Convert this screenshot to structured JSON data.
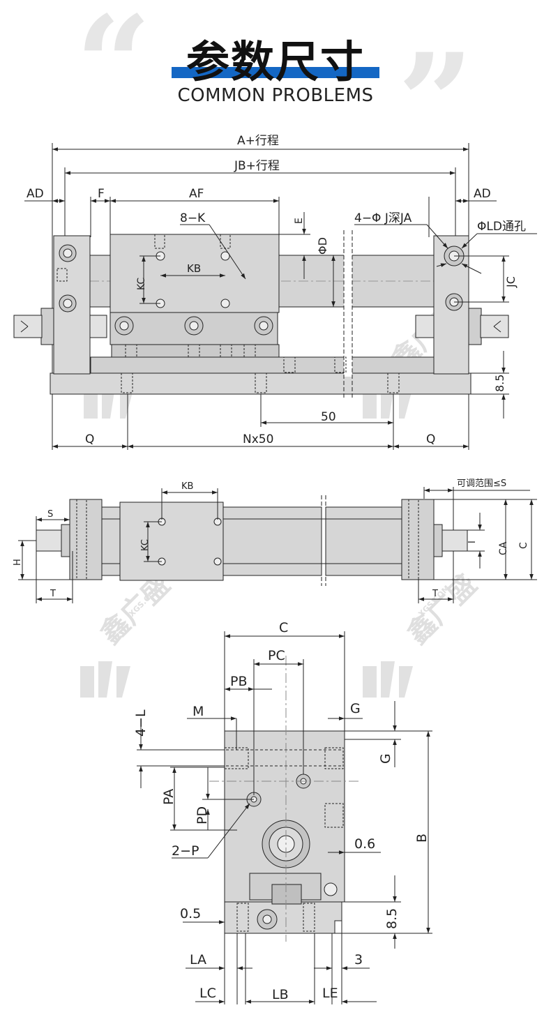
{
  "header": {
    "title": "参数尺寸",
    "subtitle": "COMMON PROBLEMS",
    "accent_color": "#1467c4"
  },
  "watermark": {
    "brand": "鑫广盛",
    "domain": "XGS.COM"
  },
  "front_view": {
    "dim_a": "A+行程",
    "dim_jb": "JB+行程",
    "dim_ad_left": "AD",
    "dim_f": "F",
    "dim_af": "AF",
    "dim_ad_right": "AD",
    "dim_8k": "8−K",
    "dim_e": "E",
    "dim_phi_d": "ΦD",
    "dim_4j": "4−Φ J深JA",
    "dim_ld": "ΦLD通孔",
    "dim_kc": "KC",
    "dim_kb": "KB",
    "dim_jc": "JC",
    "dim_85": "8.5",
    "dim_50": "50",
    "dim_q_left": "Q",
    "dim_nx50": "Nx50",
    "dim_q_right": "Q"
  },
  "top_view": {
    "dim_kb": "KB",
    "dim_range": "可调范围≤S",
    "dim_s": "S",
    "dim_h": "H",
    "dim_kc": "KC",
    "dim_i": "I",
    "dim_ca": "CA",
    "dim_c": "C",
    "dim_t_left": "T",
    "dim_t_right": "T"
  },
  "side_view": {
    "dim_c": "C",
    "dim_pc": "PC",
    "dim_pb": "PB",
    "dim_m": "M",
    "dim_g_top": "G",
    "dim_4l": "4−L",
    "dim_g_side": "G",
    "dim_pa": "PA",
    "dim_pd": "PD",
    "dim_2p": "2−P",
    "dim_06": "0.6",
    "dim_b": "B",
    "dim_05": "0.5",
    "dim_85": "8.5",
    "dim_la": "LA",
    "dim_3": "3",
    "dim_lc": "LC",
    "dim_lb": "LB",
    "dim_le": "LE"
  }
}
